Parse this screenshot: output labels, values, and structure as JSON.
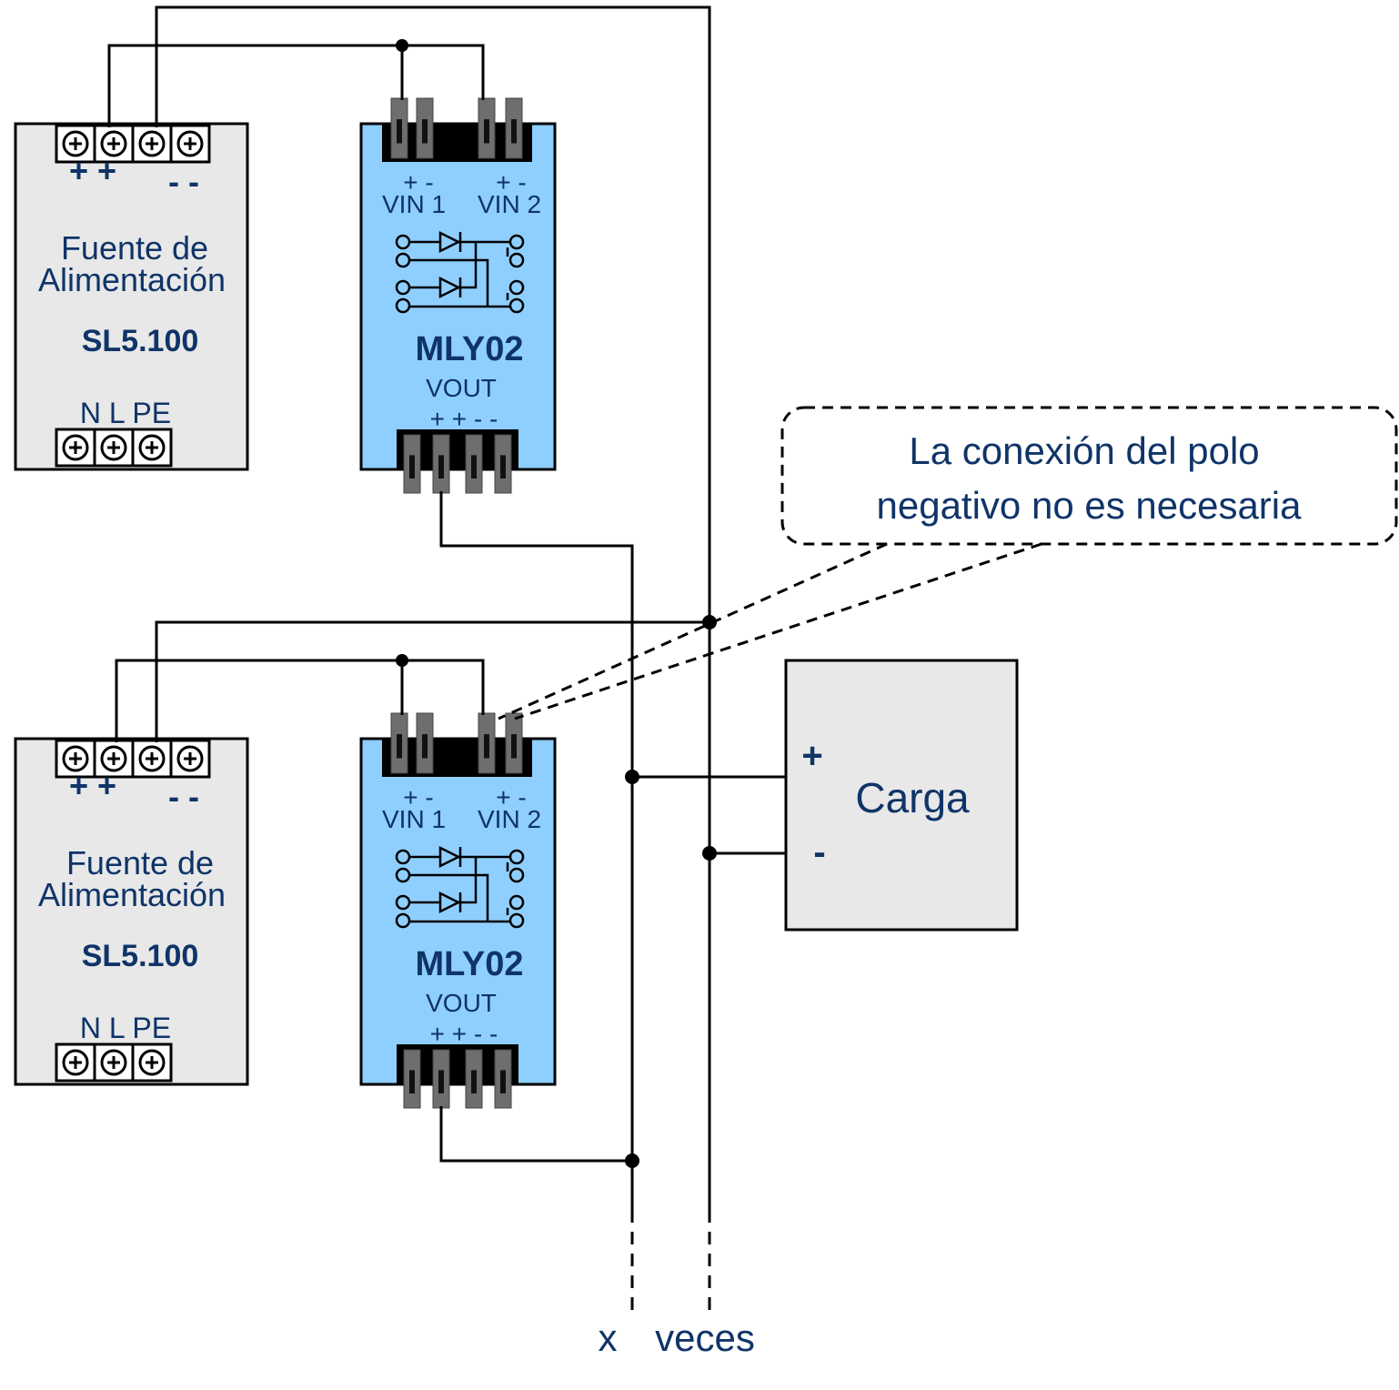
{
  "colors": {
    "text": "#0f3468",
    "module_fill": "#8fcfff",
    "psu_fill": "#e8e8e8",
    "terminal": "#6e6e6e"
  },
  "units": [
    {
      "psu": {
        "title1": "Fuente de",
        "title2": "Alimentación",
        "model": "SL5.100",
        "out_plus": "+  +",
        "out_minus": "-   -",
        "ac_labels": "N  L PE"
      },
      "module": {
        "vin_pol1": "+ -",
        "vin_pol2": "+ -",
        "vin1": "VIN 1",
        "vin2": "VIN 2",
        "model": "MLY02",
        "vout": "VOUT",
        "vout_pol": "+ + - -"
      }
    },
    {
      "psu": {
        "title1": "Fuente de",
        "title2": "Alimentación",
        "model": "SL5.100",
        "out_plus": "+  +",
        "out_minus": "-   -",
        "ac_labels": "N  L PE"
      },
      "module": {
        "vin_pol1": "+ -",
        "vin_pol2": "+ -",
        "vin1": "VIN 1",
        "vin2": "VIN 2",
        "model": "MLY02",
        "vout": "VOUT",
        "vout_pol": "+ + - -"
      }
    }
  ],
  "load": {
    "label": "Carga",
    "plus": "+",
    "minus": "-"
  },
  "callout": {
    "line1": "La conexión del polo",
    "line2": "negativo no es necesaria"
  },
  "footer": {
    "x": "x",
    "veces": "veces"
  }
}
